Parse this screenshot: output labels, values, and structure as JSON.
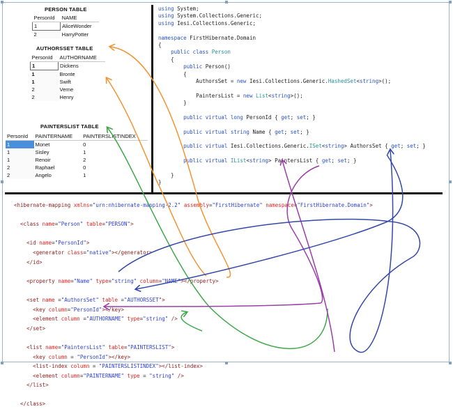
{
  "person_table": {
    "title": "PERSON TABLE",
    "columns": [
      "PersonId",
      "NAME"
    ],
    "rows": [
      [
        "1",
        "AliceWonder"
      ],
      [
        "2",
        "HarryPotter"
      ]
    ]
  },
  "authorsset_table": {
    "title": "AUTHORSSET TABLE",
    "columns": [
      "PersonId",
      "AUTHORNAME"
    ],
    "rows": [
      [
        "1",
        "Dickens"
      ],
      [
        "1",
        "Bronte"
      ],
      [
        "1",
        "Swift"
      ],
      [
        "2",
        "Verne"
      ],
      [
        "2",
        "Henry"
      ]
    ]
  },
  "painterslist_table": {
    "title": "PAINTERSLIST TABLE",
    "columns": [
      "PersonId",
      "PAINTERNAME",
      "PAINTERSLISTINDEX"
    ],
    "rows": [
      [
        "1",
        "Monet",
        "0"
      ],
      [
        "1",
        "Sisley",
        "1"
      ],
      [
        "1",
        "Renoir",
        "2"
      ],
      [
        "2",
        "Raphael",
        "0"
      ],
      [
        "2",
        "Angelo",
        "1"
      ]
    ]
  },
  "csharp_code": {
    "lines": [
      [
        [
          "kw",
          "using"
        ],
        [
          "tx",
          " System;"
        ]
      ],
      [
        [
          "kw",
          "using"
        ],
        [
          "tx",
          " System.Collections.Generic;"
        ]
      ],
      [
        [
          "kw",
          "using"
        ],
        [
          "tx",
          " Iesi.Collections.Generic;"
        ]
      ],
      [
        [
          "tx",
          ""
        ]
      ],
      [
        [
          "kw",
          "namespace"
        ],
        [
          "tx",
          " FirstHibernate.Domain"
        ]
      ],
      [
        [
          "tx",
          "{"
        ]
      ],
      [
        [
          "tx",
          "    "
        ],
        [
          "kw",
          "public class"
        ],
        [
          "tx",
          " "
        ],
        [
          "ty",
          "Person"
        ]
      ],
      [
        [
          "tx",
          "    {"
        ]
      ],
      [
        [
          "tx",
          "        "
        ],
        [
          "kw",
          "public"
        ],
        [
          "tx",
          " Person()"
        ]
      ],
      [
        [
          "tx",
          "        {"
        ]
      ],
      [
        [
          "tx",
          "            AuthorsSet = "
        ],
        [
          "kw",
          "new"
        ],
        [
          "tx",
          " Iesi.Collections.Generic."
        ],
        [
          "ty",
          "HashedSet"
        ],
        [
          "tx",
          "<"
        ],
        [
          "kw",
          "string"
        ],
        [
          "tx",
          ">();"
        ]
      ],
      [
        [
          "tx",
          ""
        ]
      ],
      [
        [
          "tx",
          "            PaintersList = "
        ],
        [
          "kw",
          "new"
        ],
        [
          "tx",
          " "
        ],
        [
          "ty",
          "List"
        ],
        [
          "tx",
          "<"
        ],
        [
          "kw",
          "string"
        ],
        [
          "tx",
          ">();"
        ]
      ],
      [
        [
          "tx",
          "        }"
        ]
      ],
      [
        [
          "tx",
          ""
        ]
      ],
      [
        [
          "tx",
          "        "
        ],
        [
          "kw",
          "public virtual long"
        ],
        [
          "tx",
          " PersonId { "
        ],
        [
          "kw",
          "get"
        ],
        [
          "tx",
          "; "
        ],
        [
          "kw",
          "set"
        ],
        [
          "tx",
          "; }"
        ]
      ],
      [
        [
          "tx",
          ""
        ]
      ],
      [
        [
          "tx",
          "        "
        ],
        [
          "kw",
          "public virtual string"
        ],
        [
          "tx",
          " Name { "
        ],
        [
          "kw",
          "get"
        ],
        [
          "tx",
          "; "
        ],
        [
          "kw",
          "set"
        ],
        [
          "tx",
          "; }"
        ]
      ],
      [
        [
          "tx",
          ""
        ]
      ],
      [
        [
          "tx",
          "        "
        ],
        [
          "kw",
          "public virtual"
        ],
        [
          "tx",
          " Iesi.Collections.Generic."
        ],
        [
          "ty",
          "ISet"
        ],
        [
          "tx",
          "<"
        ],
        [
          "kw",
          "string"
        ],
        [
          "tx",
          "> AuthorsSet { "
        ],
        [
          "kw",
          "get"
        ],
        [
          "tx",
          "; "
        ],
        [
          "kw",
          "set"
        ],
        [
          "tx",
          "; }"
        ]
      ],
      [
        [
          "tx",
          ""
        ]
      ],
      [
        [
          "tx",
          "        "
        ],
        [
          "kw",
          "public virtual"
        ],
        [
          "tx",
          " "
        ],
        [
          "ty",
          "IList"
        ],
        [
          "tx",
          "<"
        ],
        [
          "kw",
          "string"
        ],
        [
          "tx",
          "> PaintersList { "
        ],
        [
          "kw",
          "get"
        ],
        [
          "tx",
          "; "
        ],
        [
          "kw",
          "set"
        ],
        [
          "tx",
          "; }"
        ]
      ],
      [
        [
          "tx",
          ""
        ]
      ],
      [
        [
          "tx",
          "    }"
        ]
      ],
      [
        [
          "tx",
          "}"
        ]
      ]
    ]
  },
  "mapping_xml": {
    "lines": [
      [
        [
          "tag",
          "<hibernate-mapping"
        ],
        [
          "at",
          " xmlns"
        ],
        [
          "xt",
          "="
        ],
        [
          "av",
          "\"urn:nhibernate-mapping-2.2\""
        ],
        [
          "at",
          " assembly"
        ],
        [
          "xt",
          "="
        ],
        [
          "av",
          "\"FirstHibernate\""
        ],
        [
          "at",
          " namespace"
        ],
        [
          "xt",
          "="
        ],
        [
          "av",
          "\"FirstHibernate.Domain\""
        ],
        [
          "tag",
          ">"
        ]
      ],
      [
        [
          "xt",
          ""
        ]
      ],
      [
        [
          "xt",
          "  "
        ],
        [
          "tag",
          "<class"
        ],
        [
          "at",
          " name"
        ],
        [
          "xt",
          "="
        ],
        [
          "av",
          "\"Person\""
        ],
        [
          "at",
          " table"
        ],
        [
          "xt",
          "="
        ],
        [
          "av",
          "\"PERSON\""
        ],
        [
          "tag",
          ">"
        ]
      ],
      [
        [
          "xt",
          ""
        ]
      ],
      [
        [
          "xt",
          "    "
        ],
        [
          "tag",
          "<id"
        ],
        [
          "at",
          " name"
        ],
        [
          "xt",
          "="
        ],
        [
          "av",
          "\"PersonId\""
        ],
        [
          "tag",
          ">"
        ]
      ],
      [
        [
          "xt",
          "      "
        ],
        [
          "tag",
          "<generator"
        ],
        [
          "at",
          " class"
        ],
        [
          "xt",
          "="
        ],
        [
          "av",
          "\"native\""
        ],
        [
          "tag",
          "></generator>"
        ]
      ],
      [
        [
          "xt",
          "    "
        ],
        [
          "tag",
          "</id>"
        ]
      ],
      [
        [
          "xt",
          ""
        ]
      ],
      [
        [
          "xt",
          "    "
        ],
        [
          "tag",
          "<property"
        ],
        [
          "at",
          " name"
        ],
        [
          "xt",
          "="
        ],
        [
          "av",
          "\"Name\""
        ],
        [
          "at",
          " type"
        ],
        [
          "xt",
          "="
        ],
        [
          "av",
          "\"string\""
        ],
        [
          "at",
          " column"
        ],
        [
          "xt",
          "="
        ],
        [
          "av",
          "\"NAME\""
        ],
        [
          "tag",
          "></property>"
        ]
      ],
      [
        [
          "xt",
          ""
        ]
      ],
      [
        [
          "xt",
          "    "
        ],
        [
          "tag",
          "<set"
        ],
        [
          "at",
          " name"
        ],
        [
          "xt",
          " ="
        ],
        [
          "av",
          "\"AuthorsSet\""
        ],
        [
          "at",
          " table"
        ],
        [
          "xt",
          " ="
        ],
        [
          "av",
          "\"AUTHORSSET\""
        ],
        [
          "tag",
          ">"
        ]
      ],
      [
        [
          "xt",
          "      "
        ],
        [
          "tag",
          "<key"
        ],
        [
          "at",
          " column"
        ],
        [
          "xt",
          "="
        ],
        [
          "av",
          "\"PersonId\""
        ],
        [
          "tag",
          "></key>"
        ]
      ],
      [
        [
          "xt",
          "      "
        ],
        [
          "tag",
          "<element"
        ],
        [
          "at",
          " column"
        ],
        [
          "xt",
          " ="
        ],
        [
          "av",
          "\"AUTHORNAME\""
        ],
        [
          "at",
          " type"
        ],
        [
          "xt",
          "="
        ],
        [
          "av",
          "\"string\""
        ],
        [
          "tag",
          " />"
        ]
      ],
      [
        [
          "xt",
          "    "
        ],
        [
          "tag",
          "</set>"
        ]
      ],
      [
        [
          "xt",
          ""
        ]
      ],
      [
        [
          "xt",
          "    "
        ],
        [
          "tag",
          "<list"
        ],
        [
          "at",
          " name"
        ],
        [
          "xt",
          "="
        ],
        [
          "av",
          "\"PaintersList\""
        ],
        [
          "at",
          " table"
        ],
        [
          "xt",
          "="
        ],
        [
          "av",
          "\"PAINTERSLIST\""
        ],
        [
          "tag",
          ">"
        ]
      ],
      [
        [
          "xt",
          "      "
        ],
        [
          "tag",
          "<key"
        ],
        [
          "at",
          " column"
        ],
        [
          "xt",
          " = "
        ],
        [
          "av",
          "\"PersonId\""
        ],
        [
          "tag",
          "></key>"
        ]
      ],
      [
        [
          "xt",
          "      "
        ],
        [
          "tag",
          "<list-index"
        ],
        [
          "at",
          " column"
        ],
        [
          "xt",
          " = "
        ],
        [
          "av",
          "\"PAINTERSLISTINDEX\""
        ],
        [
          "tag",
          "></list-index>"
        ]
      ],
      [
        [
          "xt",
          "      "
        ],
        [
          "tag",
          "<element"
        ],
        [
          "at",
          " column"
        ],
        [
          "xt",
          "="
        ],
        [
          "av",
          "\"PAINTERNAME\""
        ],
        [
          "at",
          " type"
        ],
        [
          "xt",
          " = "
        ],
        [
          "av",
          "\"string\""
        ],
        [
          "tag",
          " />"
        ]
      ],
      [
        [
          "xt",
          "    "
        ],
        [
          "tag",
          "</list>"
        ]
      ],
      [
        [
          "xt",
          ""
        ]
      ],
      [
        [
          "xt",
          "  "
        ],
        [
          "tag",
          "</class>"
        ]
      ]
    ]
  },
  "colors": {
    "orange_arrow": "#f29433",
    "green_arrow": "#3fa94a",
    "purple_arrow": "#9a3fa8",
    "blue_arrow": "#3348a8",
    "divider": "#111111",
    "selection": "#4a8fdc"
  }
}
